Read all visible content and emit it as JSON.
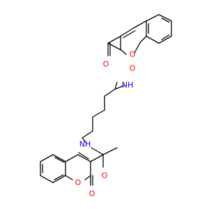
{
  "colors": {
    "bond": "#000000",
    "oxygen": "#ff0000",
    "nitrogen": "#0000ff",
    "background": "#ffffff"
  },
  "atoms": {
    "top_carbonyl_o": "O",
    "top_ring_o": "O",
    "top_lactone_o": "O",
    "top_nh": "NH",
    "bottom_nh": "NH",
    "bottom_carbonyl_o": "O",
    "bottom_ring_o": "O",
    "bottom_lactone_o": "O"
  }
}
